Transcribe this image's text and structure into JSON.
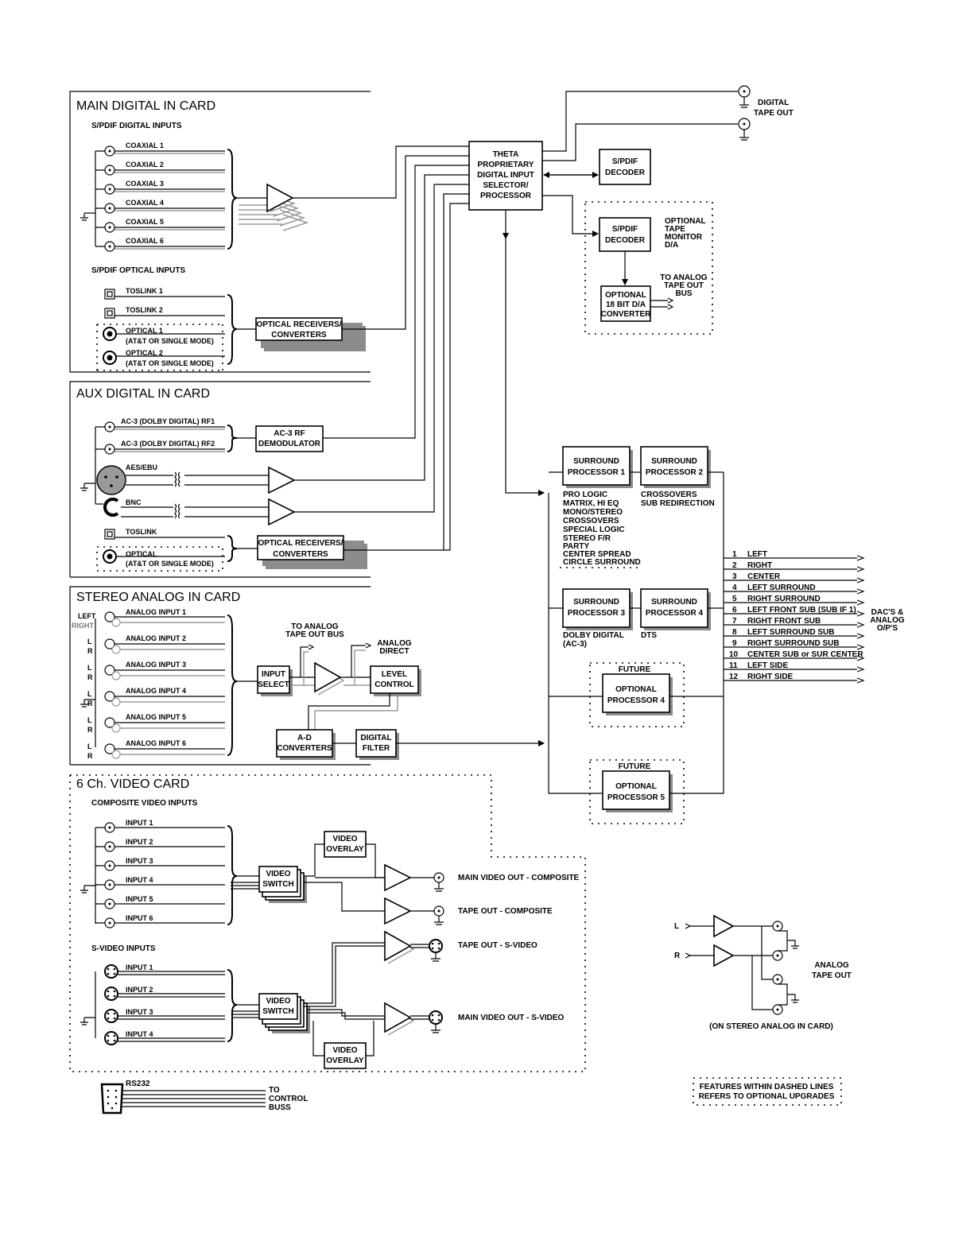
{
  "main_digital": {
    "title": "MAIN DIGITAL IN CARD",
    "spdif_digital_label": "S/PDIF DIGITAL INPUTS",
    "coax": [
      "COAXIAL 1",
      "COAXIAL 2",
      "COAXIAL 3",
      "COAXIAL 4",
      "COAXIAL 5",
      "COAXIAL 6"
    ],
    "spdif_optical_label": "S/PDIF OPTICAL INPUTS",
    "optical": [
      "TOSLINK 1",
      "TOSLINK 2",
      "OPTICAL 1",
      "(AT&T OR SINGLE MODE)",
      "OPTICAL 2",
      "(AT&T OR SINGLE MODE)"
    ],
    "receivers": [
      "OPTICAL RECEIVERS/",
      "CONVERTERS"
    ]
  },
  "theta": [
    "THETA",
    "PROPRIETARY",
    "DIGITAL INPUT",
    "SELECTOR/",
    "PROCESSOR"
  ],
  "spdif_decoder": [
    "S/PDIF",
    "DECODER"
  ],
  "digital_tape_out": [
    "DIGITAL",
    "TAPE OUT"
  ],
  "tape_monitor": {
    "label": [
      "OPTIONAL",
      "TAPE",
      "MONITOR",
      "D/A"
    ],
    "decoder": [
      "S/PDIF",
      "DECODER"
    ],
    "converter": [
      "OPTIONAL",
      "18 BIT D/A",
      "CONVERTER"
    ],
    "bus": [
      "TO ANALOG",
      "TAPE OUT",
      "BUS"
    ]
  },
  "aux_digital": {
    "title": "AUX DIGITAL IN CARD",
    "rf": [
      "AC-3 (DOLBY DIGITAL) RF1",
      "AC-3 (DOLBY DIGITAL) RF2"
    ],
    "demod": [
      "AC-3  RF",
      "DEMODULATOR"
    ],
    "aes": "AES/EBU",
    "bnc": "BNC",
    "toslink": "TOSLINK",
    "optical": [
      "OPTICAL",
      "(AT&T OR SINGLE MODE)"
    ],
    "receivers": [
      "OPTICAL RECEIVERS/",
      "CONVERTERS"
    ]
  },
  "stereo_analog": {
    "title": "STEREO ANALOG IN CARD",
    "left": "LEFT",
    "right": "RIGHT",
    "inputs": [
      "ANALOG INPUT 1",
      "ANALOG INPUT 2",
      "ANALOG INPUT 3",
      "ANALOG INPUT 4",
      "ANALOG INPUT 5",
      "ANALOG INPUT 6"
    ],
    "l": "L",
    "r": "R",
    "input_select": [
      "INPUT",
      "SELECT"
    ],
    "tape_out_bus": [
      "TO ANALOG",
      "TAPE OUT BUS"
    ],
    "analog_direct": [
      "ANALOG",
      "DIRECT"
    ],
    "level_control": [
      "LEVEL",
      "CONTROL"
    ],
    "ad": [
      "A-D",
      "CONVERTERS"
    ],
    "filter": [
      "DIGITAL",
      "FILTER"
    ]
  },
  "surround": {
    "p1": [
      "SURROUND",
      "PROCESSOR  1"
    ],
    "p2": [
      "SURROUND",
      "PROCESSOR  2"
    ],
    "p3": [
      "SURROUND",
      "PROCESSOR  3"
    ],
    "p4": [
      "SURROUND",
      "PROCESSOR  4"
    ],
    "p1_features": [
      "PRO LOGIC",
      "MATRIX,  HI EQ",
      "MONO/STEREO",
      "CROSSOVERS",
      "SPECIAL LOGIC",
      "STEREO F/R",
      "PARTY",
      "CENTER SPREAD",
      "CIRCLE SURROUND"
    ],
    "p2_features": [
      "CROSSOVERS",
      "SUB REDIRECTION"
    ],
    "p3_features": [
      "DOLBY DIGITAL",
      "(AC-3)"
    ],
    "p4_features": [
      "DTS"
    ],
    "future": "FUTURE",
    "opt4": [
      "OPTIONAL",
      "PROCESSOR  4"
    ],
    "opt5": [
      "OPTIONAL",
      "PROCESSOR  5"
    ]
  },
  "outputs": {
    "numbers": [
      "1",
      "2",
      "3",
      "4",
      "5",
      "6",
      "7",
      "8",
      "9",
      "10",
      "11",
      "12"
    ],
    "labels": [
      "LEFT",
      "RIGHT",
      "CENTER",
      "LEFT SURROUND",
      "RIGHT SURROUND",
      "LEFT FRONT SUB (SUB IF 1)",
      "RIGHT FRONT SUB",
      "LEFT SURROUND SUB",
      "RIGHT SURROUND SUB",
      "CENTER SUB or SUR CENTER",
      "LEFT SIDE",
      "RIGHT SIDE"
    ],
    "dacs": [
      "DAC'S &",
      "ANALOG",
      "O/P'S"
    ]
  },
  "video": {
    "title": "6 Ch. VIDEO CARD",
    "composite_label": "COMPOSITE VIDEO INPUTS",
    "composite": [
      "INPUT 1",
      "INPUT 2",
      "INPUT 3",
      "INPUT 4",
      "INPUT 5",
      "INPUT 6"
    ],
    "svideo_label": "S-VIDEO INPUTS",
    "svideo": [
      "INPUT 1",
      "INPUT 2",
      "INPUT 3",
      "INPUT 4"
    ],
    "switch": [
      "VIDEO",
      "SWITCH"
    ],
    "overlay": [
      "VIDEO",
      "OVERLAY"
    ],
    "outs": [
      "MAIN VIDEO OUT - COMPOSITE",
      "TAPE OUT - COMPOSITE",
      "TAPE OUT - S-VIDEO",
      "MAIN VIDEO OUT - S-VIDEO"
    ]
  },
  "rs232": {
    "label": "RS232",
    "to": [
      "TO",
      "CONTROL",
      "BUSS"
    ]
  },
  "analog_tape": {
    "l": "L",
    "r": "R",
    "label": [
      "ANALOG",
      "TAPE OUT"
    ],
    "note": "(ON STEREO ANALOG IN CARD)"
  },
  "legend": [
    "FEATURES WITHIN DASHED LINES",
    "REFERS TO OPTIONAL UPGRADES"
  ]
}
